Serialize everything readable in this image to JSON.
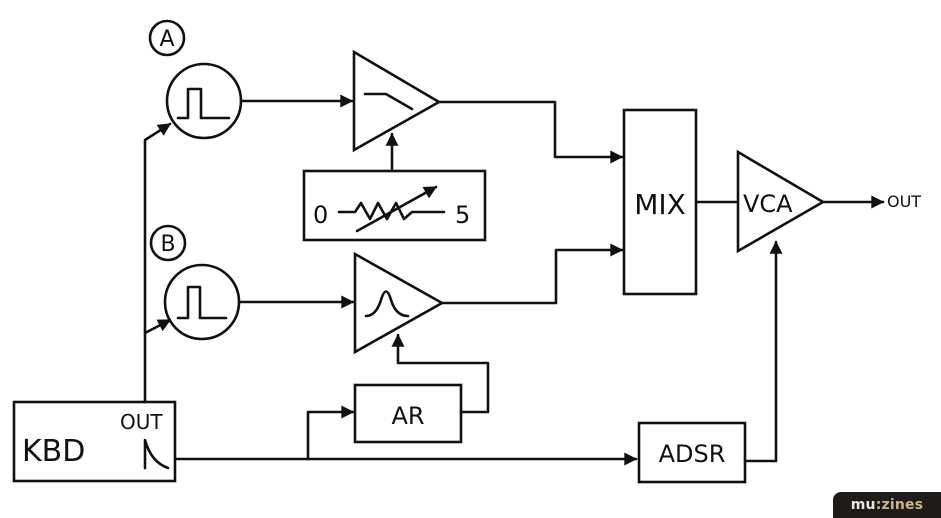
{
  "diagram": {
    "title": "Synthesizer block diagram",
    "oscillator_a": {
      "tag": "A",
      "waveform": "pulse-wave-icon"
    },
    "oscillator_b": {
      "tag": "B",
      "waveform": "pulse-wave-icon"
    },
    "filter_a": {
      "symbol": "lowpass-curve-icon"
    },
    "filter_b": {
      "symbol": "bandpass-curve-icon"
    },
    "control_pot": {
      "min_label": "0",
      "max_label": "5",
      "symbol": "variable-resistor-icon"
    },
    "mixer": {
      "label": "MIX"
    },
    "vca": {
      "label": "VCA"
    },
    "output": {
      "label": "OUT"
    },
    "keyboard": {
      "label": "KBD",
      "out_label": "OUT"
    },
    "ar": {
      "label": "AR"
    },
    "adsr": {
      "label": "ADSR"
    }
  },
  "logo": {
    "part1": "mu",
    "part2": ":zines"
  },
  "colors": {
    "ink": "#111111",
    "logo_bg": "#1e1b19",
    "logo_text": "#e9e4da",
    "logo_accent": "#c9b48c"
  }
}
